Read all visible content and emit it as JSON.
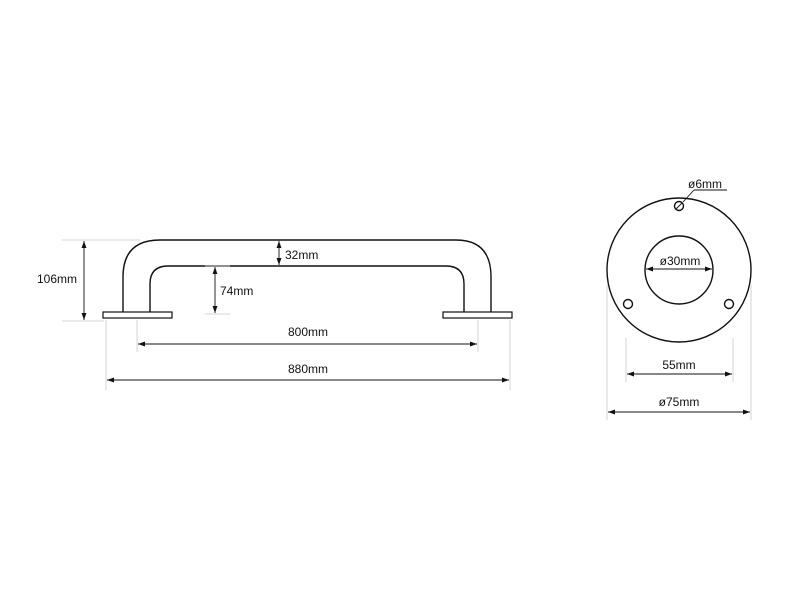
{
  "dimensions": {
    "overall_height": "106mm",
    "tube_diameter": "32mm",
    "inner_height": "74mm",
    "center_distance": "800mm",
    "overall_length": "880mm",
    "hole_diameter": "ø6mm",
    "flange_inner_diameter": "ø30mm",
    "hole_spacing": "55mm",
    "flange_outer_diameter": "ø75mm"
  },
  "colors": {
    "line": "#111111",
    "extension_line": "#c8c8c8",
    "background": "#ffffff"
  }
}
